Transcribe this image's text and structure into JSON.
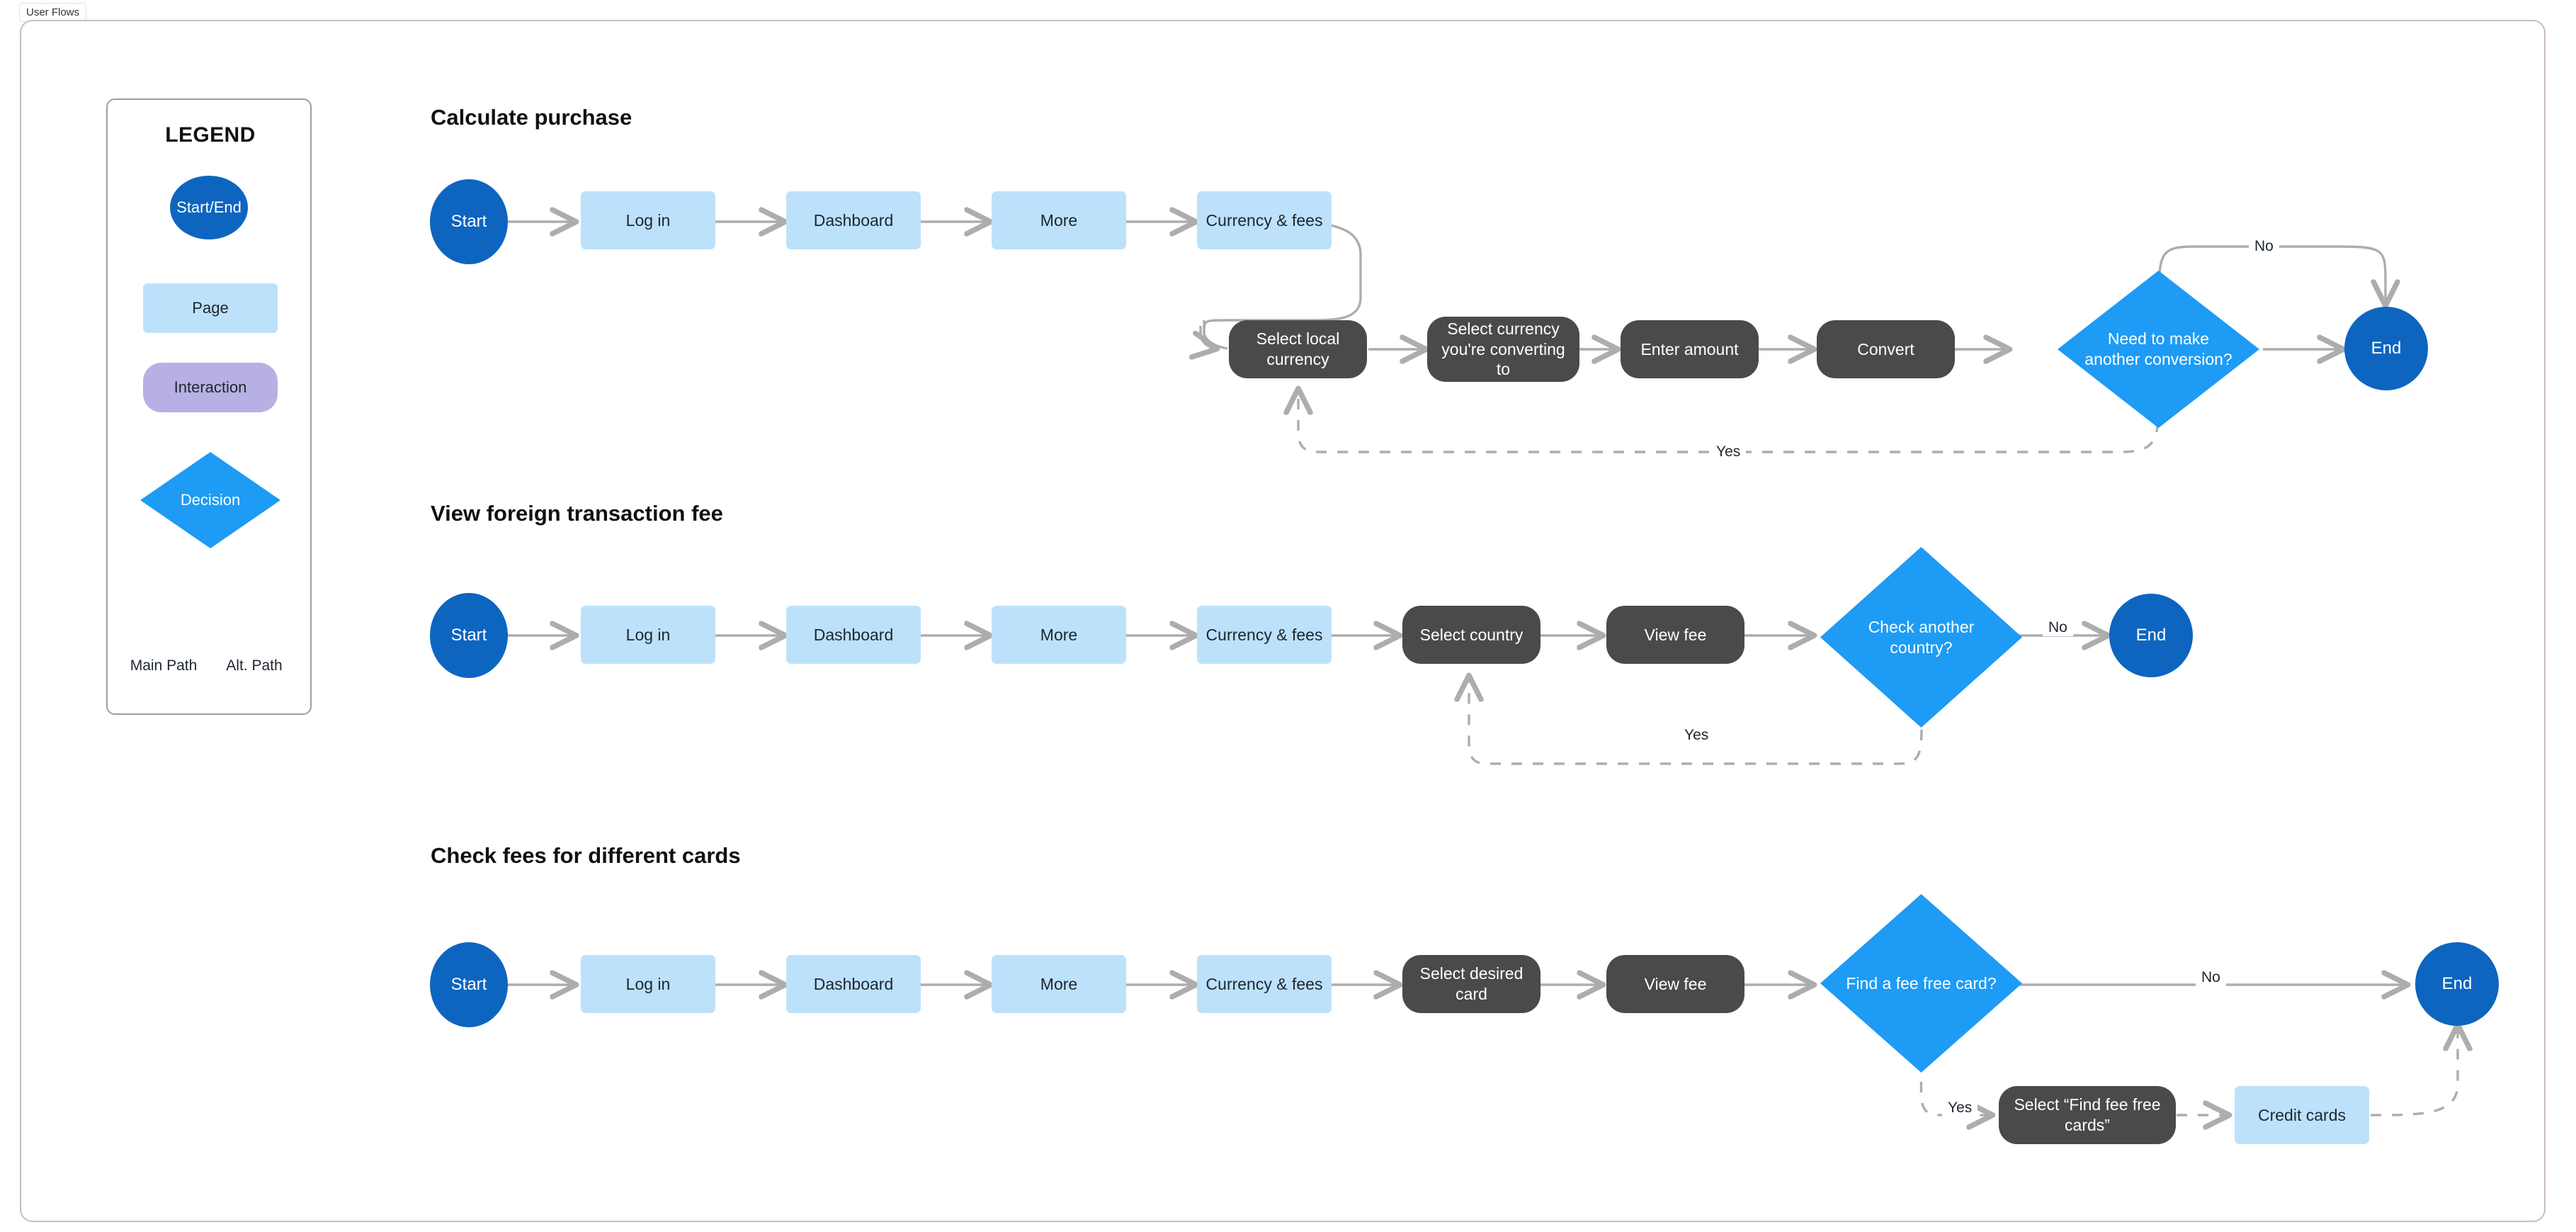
{
  "frame": {
    "tab_label": "User Flows"
  },
  "legend": {
    "title": "LEGEND",
    "items": [
      {
        "label": "Start/End",
        "shape": "ellipse",
        "color": "#0d65c0"
      },
      {
        "label": "Page",
        "shape": "rectangle",
        "color": "#bde1fb"
      },
      {
        "label": "Interaction",
        "shape": "pill",
        "color": "#b7b0e4"
      },
      {
        "label": "Decision",
        "shape": "diamond",
        "color": "#1d9bf5"
      }
    ],
    "paths": [
      {
        "label": "Main Path",
        "style": "solid"
      },
      {
        "label": "Alt. Path",
        "style": "dashed"
      }
    ]
  },
  "flows": [
    {
      "title": "Calculate purchase",
      "nodes": [
        {
          "id": "f1-start",
          "label": "Start",
          "type": "terminal"
        },
        {
          "id": "f1-login",
          "label": "Log in",
          "type": "page"
        },
        {
          "id": "f1-dashboard",
          "label": "Dashboard",
          "type": "page"
        },
        {
          "id": "f1-more",
          "label": "More",
          "type": "page"
        },
        {
          "id": "f1-currency",
          "label": "Currency & fees",
          "type": "page"
        },
        {
          "id": "f1-local",
          "label": "Select local currency",
          "type": "interaction"
        },
        {
          "id": "f1-convto",
          "label": "Select currency you're converting to",
          "type": "interaction"
        },
        {
          "id": "f1-amount",
          "label": "Enter amount",
          "type": "interaction"
        },
        {
          "id": "f1-convert",
          "label": "Convert",
          "type": "interaction"
        },
        {
          "id": "f1-decision",
          "label": "Need to make another conversion?",
          "type": "decision"
        },
        {
          "id": "f1-end",
          "label": "End",
          "type": "terminal"
        }
      ],
      "edge_labels": [
        {
          "label": "No",
          "style": "solid"
        },
        {
          "label": "Yes",
          "style": "dashed"
        }
      ]
    },
    {
      "title": "View foreign transaction fee",
      "nodes": [
        {
          "id": "f2-start",
          "label": "Start",
          "type": "terminal"
        },
        {
          "id": "f2-login",
          "label": "Log in",
          "type": "page"
        },
        {
          "id": "f2-dashboard",
          "label": "Dashboard",
          "type": "page"
        },
        {
          "id": "f2-more",
          "label": "More",
          "type": "page"
        },
        {
          "id": "f2-currency",
          "label": "Currency & fees",
          "type": "page"
        },
        {
          "id": "f2-country",
          "label": "Select country",
          "type": "interaction"
        },
        {
          "id": "f2-viewfee",
          "label": "View fee",
          "type": "interaction"
        },
        {
          "id": "f2-decision",
          "label": "Check another country?",
          "type": "decision"
        },
        {
          "id": "f2-end",
          "label": "End",
          "type": "terminal"
        }
      ],
      "edge_labels": [
        {
          "label": "No",
          "style": "solid"
        },
        {
          "label": "Yes",
          "style": "dashed"
        }
      ]
    },
    {
      "title": "Check fees for different cards",
      "nodes": [
        {
          "id": "f3-start",
          "label": "Start",
          "type": "terminal"
        },
        {
          "id": "f3-login",
          "label": "Log in",
          "type": "page"
        },
        {
          "id": "f3-dashboard",
          "label": "Dashboard",
          "type": "page"
        },
        {
          "id": "f3-more",
          "label": "More",
          "type": "page"
        },
        {
          "id": "f3-currency",
          "label": "Currency & fees",
          "type": "page"
        },
        {
          "id": "f3-card",
          "label": "Select desired card",
          "type": "interaction"
        },
        {
          "id": "f3-viewfee",
          "label": "View fee",
          "type": "interaction"
        },
        {
          "id": "f3-decision",
          "label": "Find a fee free card?",
          "type": "decision"
        },
        {
          "id": "f3-findfree",
          "label": "Select “Find fee free cards”",
          "type": "interaction"
        },
        {
          "id": "f3-credit",
          "label": "Credit cards",
          "type": "page"
        },
        {
          "id": "f3-end",
          "label": "End",
          "type": "terminal"
        }
      ],
      "edge_labels": [
        {
          "label": "No",
          "style": "solid"
        },
        {
          "label": "Yes",
          "style": "dashed"
        }
      ]
    }
  ],
  "colors": {
    "terminal": "#0d65c0",
    "page": "#bde1fb",
    "interaction": "#4a4a4d",
    "decision": "#1d9bf5",
    "legend_interaction": "#b7b0e4",
    "connector": "#adadad",
    "frame_border": "#cbbcbc"
  }
}
